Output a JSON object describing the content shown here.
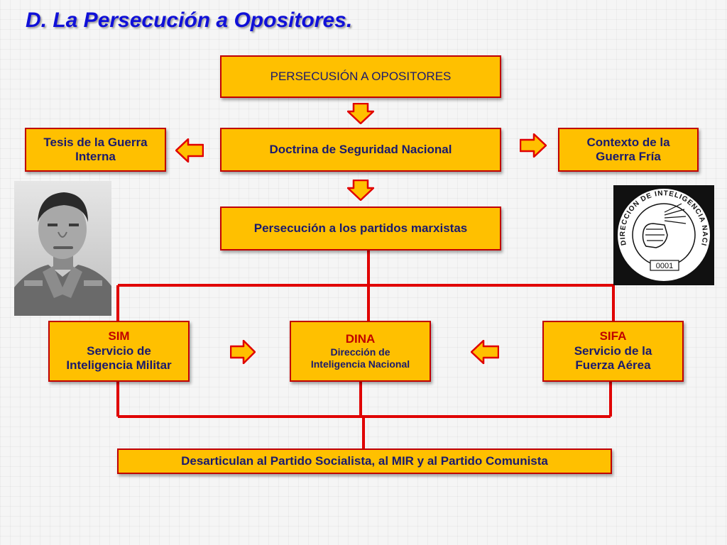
{
  "slide": {
    "title": "D. La Persecución a Opositores."
  },
  "boxes": {
    "top": "PERSECUSIÓN A OPOSITORES",
    "doctrina": "Doctrina de Seguridad Nacional",
    "tesis": [
      "Tesis de la Guerra",
      "Interna"
    ],
    "contexto": [
      "Contexto de la",
      "Guerra Fría"
    ],
    "persecucion": "Persecución a los partidos marxistas",
    "sim": {
      "acronym": "SIM",
      "line1": "Servicio de",
      "line2": "Inteligencia Militar"
    },
    "dina": {
      "acronym": "DINA",
      "line1": "Dirección de",
      "line2": "Inteligencia Nacional"
    },
    "sifa": {
      "acronym": "SIFA",
      "line1": "Servicio de la",
      "line2": "Fuerza Aérea"
    },
    "bottom": "Desarticulan al Partido Socialista, al MIR y al Partido Comunista"
  },
  "seal": {
    "ring_text": "DIRECCION DE INTELIGENCIA NACIONAL",
    "number": "0001"
  },
  "colors": {
    "box_fill": "#ffc000",
    "box_border": "#c00000",
    "connector": "#e00000",
    "title": "#1010d8",
    "acronym": "#c00000",
    "box_text": "#1a1a6e"
  },
  "icons": {
    "arrows": "block-arrow-icon",
    "photo": "portrait-photo",
    "seal": "dina-seal-emblem"
  }
}
